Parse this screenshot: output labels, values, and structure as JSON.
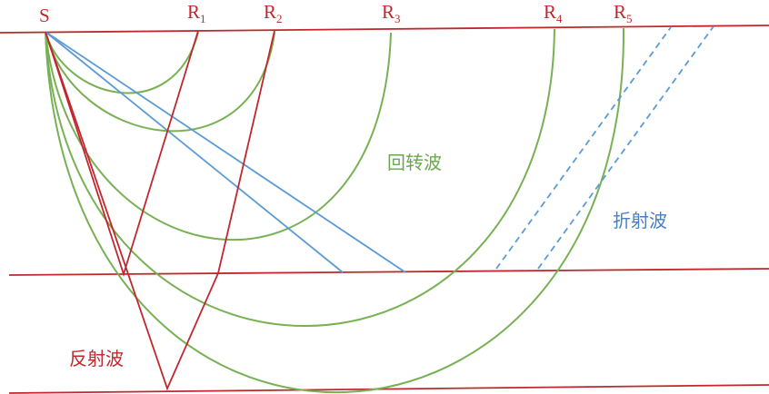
{
  "source": {
    "label": "S"
  },
  "receivers": [
    {
      "letter": "R",
      "index": "1"
    },
    {
      "letter": "R",
      "index": "2"
    },
    {
      "letter": "R",
      "index": "3"
    },
    {
      "letter": "R",
      "index": "4"
    },
    {
      "letter": "R",
      "index": "5"
    }
  ],
  "wave_labels": {
    "turning": "回转波",
    "refracted": "折射波",
    "reflected": "反射波"
  },
  "colors": {
    "boundary": "#c0282d",
    "reflected": "#c0282d",
    "turning": "#77b154",
    "refracted": "#5b9bd5",
    "source_text": "#c0282d",
    "turning_text": "#6aa84f",
    "refracted_text": "#4a7fc1",
    "reflected_text": "#c0282d"
  }
}
